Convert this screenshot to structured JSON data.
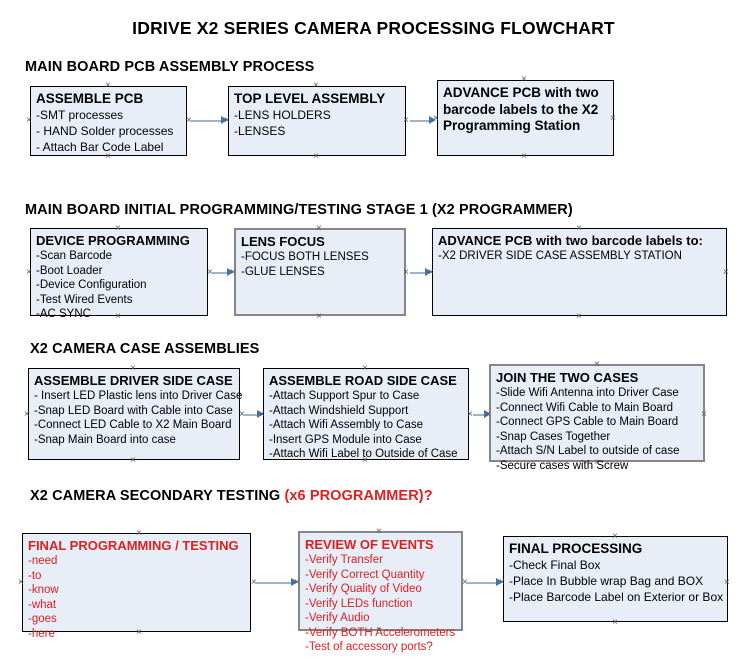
{
  "document": {
    "title": "IDRIVE X2  SERIES CAMERA PROCESSING FLOWCHART"
  },
  "sections": [
    {
      "id": "main-board-pcb-assembly",
      "heading": "MAIN BOARD PCB ASSEMBLY PROCESS",
      "heading_accent": "",
      "nodes": [
        {
          "id": "assemble-pcb",
          "title": "ASSEMBLE PCB",
          "lines": [
            "-SMT processes",
            "- HAND Solder processes",
            "- Attach Bar Code Label"
          ]
        },
        {
          "id": "top-level-assembly",
          "title": "TOP LEVEL ASSEMBLY",
          "lines": [
            "-LENS HOLDERS",
            "-LENSES"
          ]
        },
        {
          "id": "advance-pcb-x2-programming-station",
          "title": "ADVANCE PCB with two barcode labels to the  X2 Programming Station",
          "lines": []
        }
      ]
    },
    {
      "id": "main-board-initial-programming",
      "heading": "MAIN BOARD INITIAL PROGRAMMING/TESTING STAGE 1 (X2 PROGRAMMER)",
      "heading_accent": "",
      "nodes": [
        {
          "id": "device-programming",
          "title": "DEVICE PROGRAMMING",
          "lines": [
            "-Scan Barcode",
            "-Boot Loader",
            "-Device Configuration",
            "-Test Wired Events",
            "-AC SYNC"
          ]
        },
        {
          "id": "lens-focus",
          "title": "LENS FOCUS",
          "lines": [
            "-FOCUS BOTH LENSES",
            "-GLUE LENSES"
          ]
        },
        {
          "id": "advance-pcb-driver-side-case",
          "title": "ADVANCE PCB with two barcode labels to:",
          "lines": [
            "-X2 DRIVER  SIDE  CASE  ASSEMBLY STATION"
          ]
        }
      ]
    },
    {
      "id": "x2-camera-case-assemblies",
      "heading": "X2 CAMERA CASE ASSEMBLIES",
      "heading_accent": "",
      "nodes": [
        {
          "id": "assemble-driver-side-case",
          "title": "ASSEMBLE DRIVER SIDE CASE",
          "lines": [
            "- Insert LED Plastic lens into Driver Case",
            "-Snap LED Board with Cable into Case",
            "-Connect LED Cable to X2 Main Board",
            "-Snap Main Board into case"
          ]
        },
        {
          "id": "assemble-road-side-case",
          "title": "ASSEMBLE ROAD SIDE CASE",
          "lines": [
            "-Attach Support Spur to Case",
            "-Attach Windshield Support",
            "-Attach Wifi Assembly to Case",
            "-Insert GPS Module into Case",
            "-Attach Wifi Label to Outside of Case"
          ]
        },
        {
          "id": "join-the-two-cases",
          "title": "JOIN THE TWO CASES",
          "lines": [
            "-Slide Wifi Antenna into Driver Case",
            "-Connect Wifi Cable to Main Board",
            "-Connect GPS Cable to Main Board",
            "-Snap Cases Together",
            "-Attach S/N Label to outside of case",
            "-Secure cases with Screw"
          ]
        }
      ]
    },
    {
      "id": "x2-camera-secondary-testing",
      "heading": "X2 CAMERA SECONDARY TESTING ",
      "heading_accent": "(x6 PROGRAMMER)?",
      "nodes": [
        {
          "id": "final-programming-testing",
          "title": "FINAL PROGRAMMING / TESTING",
          "lines": [
            "-need",
            "-to",
            "-know",
            "-what",
            "-goes",
            "-here"
          ]
        },
        {
          "id": "review-of-events",
          "title": "REVIEW OF EVENTS",
          "lines": [
            "-Verify Transfer",
            "-Verify Correct Quantity",
            "-Verify Quality of Video",
            "-Verify LEDs function",
            "-Verify Audio",
            "-Verify BOTH Accelerometers",
            "-Test of accessory ports?"
          ]
        },
        {
          "id": "final-processing",
          "title": "FINAL PROCESSING",
          "lines": [
            " -Check Final Box",
            "-Place In Bubble wrap Bag and BOX",
            "-Place Barcode Label on Exterior or Box"
          ]
        }
      ]
    }
  ],
  "colors": {
    "node_fill": "#e8eef7",
    "node_border": "#000000",
    "node_border_alt": "#868686",
    "connector_line": "#9fb4cc",
    "connector_arrow": "#4472a8",
    "accent_red": "#dd2020",
    "text": "#000000",
    "background": "#ffffff"
  }
}
